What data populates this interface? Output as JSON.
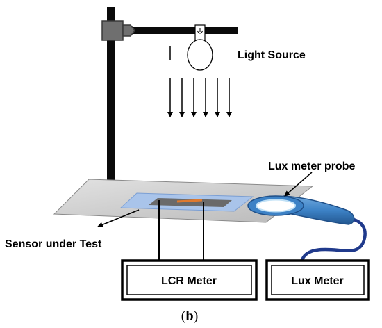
{
  "labels": {
    "light_source": "Light Source",
    "lux_probe": "Lux meter probe",
    "sensor": "Sensor under Test",
    "lcr_meter": "LCR Meter",
    "lux_meter": "Lux Meter"
  },
  "caption": {
    "open": "(",
    "letter": "b",
    "close": ")"
  },
  "colors": {
    "stand": "#0a0a0a",
    "clamp": "#6f6f6f",
    "platform": "#c8c8c8",
    "sensor_substrate": "#a9c4ea",
    "sensor_film": "#6a6a6a",
    "sensor_strip": "#e07a2e",
    "probe_body": "#3d82c6",
    "probe_cable": "#203a8c",
    "probe_ring": "#bfe0f6"
  }
}
